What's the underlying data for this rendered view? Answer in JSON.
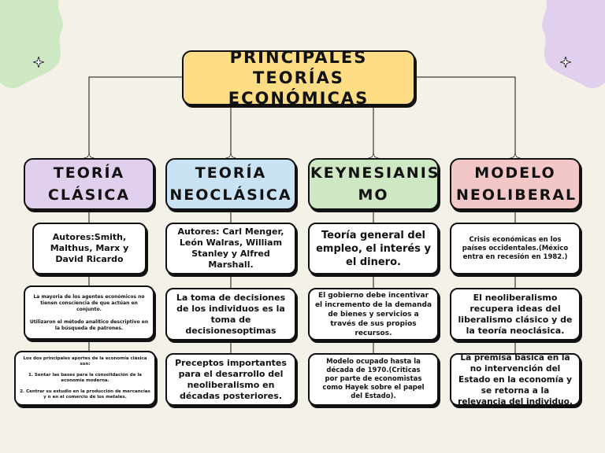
{
  "title": "PRINCIPALES TEORÍAS ECONÓMICAS",
  "colors": {
    "title": "#fedd85",
    "clasica": "#e1cfee",
    "neoclasica": "#c9e2f4",
    "keynes": "#cde8c3",
    "neoliberal": "#f3c7c7",
    "blob_left": "#cde8c3",
    "blob_right": "#e1cfee"
  },
  "columns": [
    {
      "header": "TEORÍA CLÁSICA",
      "cells": [
        "Autores:Smith, Malthus, Marx y David Ricardo",
        "La mayoria de los agentes económicos no tienen consciencia de que actúan en conjunto.\n\nUtilizaron el método analítico descriptivo en la búsqueda de patrones.",
        "Los dos principales aportes de la economía clásica son:\n\n1. Sentar las bases para la consolidación de la economía moderna.\n\n2. Centrar su estudio en la producción de mercancías y n en el comercio de los metales."
      ]
    },
    {
      "header": "TEORÍA NEOCLÁSICA",
      "cells": [
        "Autores: Carl Menger, León Walras, William Stanley y Alfred Marshall.",
        "La toma de decisiones de los individuos es la toma de decisionesoptimas",
        "Preceptos importantes para el desarrollo del neoliberalismo en décadas posteriores."
      ]
    },
    {
      "header": "KEYNESIANIS MO",
      "cells": [
        "Teoría general del empleo, el interés y el dinero.",
        "El gobierno debe incentivar el incremento de la demanda de bienes y servicios a través de sus propios recursos.",
        "Modelo ocupado hasta la década de 1970.(Criticas por parte de economistas como Hayek sobre el papel del Estado)."
      ]
    },
    {
      "header": "MODELO NEOLIBERAL",
      "cells": [
        "Crisis económicas en los países occidentales.(México entra en recesión en 1982.)",
        "El neoliberalismo recupera ideas del liberalismo clásico y de la teoría neoclásica.",
        "La premisa básica en la no intervención del Estado en la economía y se retorna a la relevancia del individuo."
      ]
    }
  ]
}
